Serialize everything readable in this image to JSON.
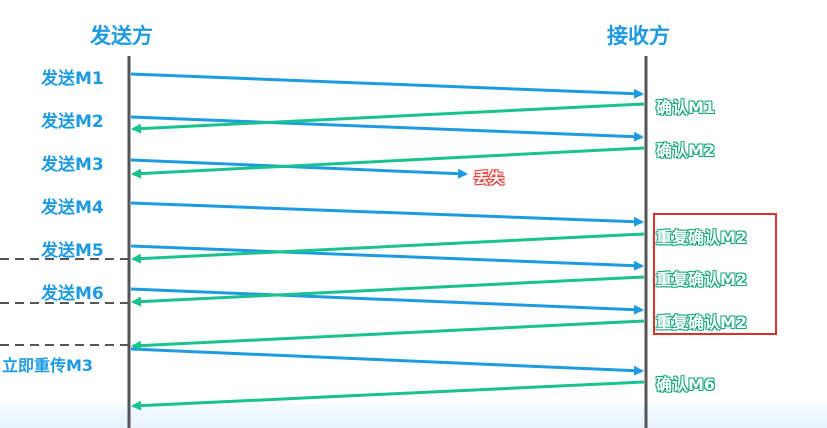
{
  "sender": {
    "title": "发送方"
  },
  "receiver": {
    "title": "接收方"
  },
  "send_labels": [
    "发送M1",
    "发送M2",
    "发送M3",
    "发送M4",
    "发送M5",
    "发送M6",
    "立即重传M3"
  ],
  "ack_labels": [
    "确认M1",
    "确认M2",
    "重复确认M2",
    "重复确认M2",
    "重复确认M2",
    "确认M6"
  ],
  "lost_label": "丢失",
  "colors": {
    "send_arrow": "#1e9be0",
    "ack_arrow": "#19c28f",
    "lifeline": "#555555",
    "lost_text": "#e0443c",
    "highlight_box": "#d9322c"
  }
}
